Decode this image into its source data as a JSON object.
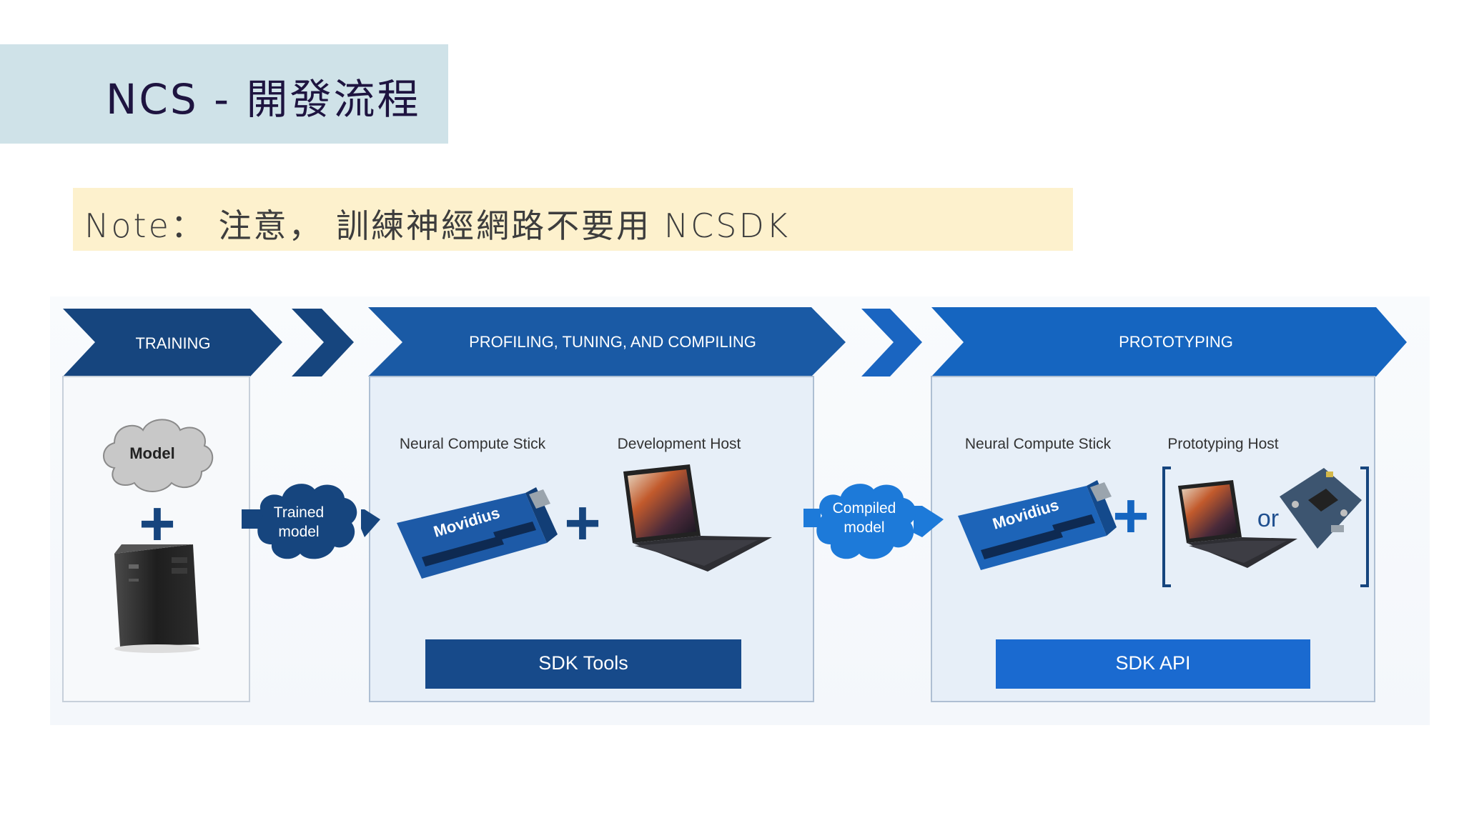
{
  "slide": {
    "title": "NCS - 開發流程",
    "note": "Note： 注意， 訓練神經網路不要用 NCSDK"
  },
  "diagram": {
    "stages": {
      "training": "TRAINING",
      "profiling": "PROFILING, TUNING, AND COMPILING",
      "prototyping": "PROTOTYPING"
    },
    "training_panel": {
      "cloud_label": "Model",
      "plus": "+"
    },
    "trained_model": [
      "Trained",
      "model"
    ],
    "compiled_model": [
      "Compiled",
      "model"
    ],
    "profiling_panel": {
      "stick_label": "Neural Compute Stick",
      "host_label": "Development Host",
      "stick_brand": "Movidius",
      "plus": "+",
      "tool_label": "SDK Tools"
    },
    "prototyping_panel": {
      "stick_label": "Neural Compute Stick",
      "host_label": "Prototyping Host",
      "stick_brand": "Movidius",
      "plus": "+",
      "or_label": "or",
      "tool_label": "SDK API"
    },
    "colors": {
      "dark_blue": "#16457e",
      "mid_blue": "#1a5aa5",
      "bright_blue": "#1565c0",
      "arrow_blue": "#1871cf",
      "panel_fill": "#e7eff8",
      "panel_border": "#aebfd3"
    }
  }
}
